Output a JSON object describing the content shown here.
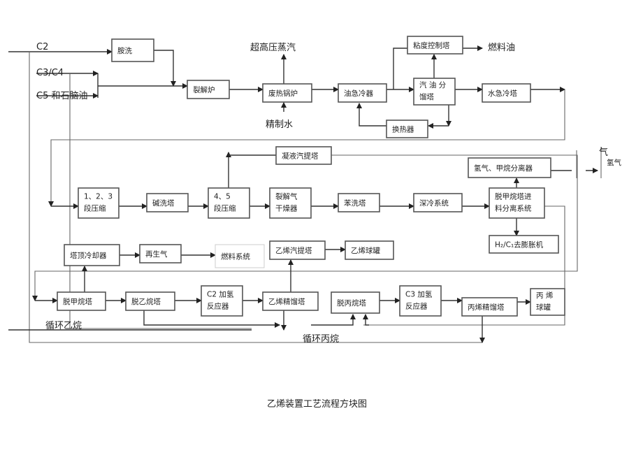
{
  "title": "乙烯装置工艺流程方块图",
  "feeds": {
    "c2": "C2",
    "c3c4": "C3/C4",
    "c5": "C5 和石脑油"
  },
  "labels": {
    "steam": "超高压蒸汽",
    "water": "精制水",
    "fuel_oil": "燃料油",
    "gas": "气",
    "hydrogen": "氢气",
    "recycle_ethane": "循环乙烷",
    "recycle_propane": "循环丙烷"
  },
  "boxes": {
    "amine": [
      "胺洗"
    ],
    "cracker": [
      "裂解炉"
    ],
    "boiler": [
      "废热锅炉"
    ],
    "oil_quench": [
      "油急冷器"
    ],
    "visc": [
      "粘度控制塔"
    ],
    "gasoline": [
      "汽 油 分",
      "馏塔"
    ],
    "water_quench": [
      "水急冷塔"
    ],
    "exchanger": [
      "换热器"
    ],
    "condensate": [
      "凝液汽提塔"
    ],
    "h2_sep": [
      "氢气、甲烷分离器"
    ],
    "comp123": [
      "1、2、3",
      "段压缩"
    ],
    "caustic": [
      "碱洗塔"
    ],
    "comp45": [
      "4、5",
      "段压缩"
    ],
    "dryer": [
      "裂解气",
      "干燥器"
    ],
    "benzene": [
      "苯洗塔"
    ],
    "cryo": [
      "深冷系统"
    ],
    "demeth_feed": [
      "脱甲烷塔进",
      "料分离系统"
    ],
    "expander": [
      "H₂/C₁去膨胀机"
    ],
    "overhead": [
      "塔顶冷却器"
    ],
    "regen": [
      "再生气"
    ],
    "fuel_sys": [
      "燃料系统"
    ],
    "eth_strip": [
      "乙烯汽提塔"
    ],
    "eth_tank": [
      "乙烯球罐"
    ],
    "demeth": [
      "脱甲烷塔"
    ],
    "deeth": [
      "脱乙烷塔"
    ],
    "c2_hydro": [
      "C2  加氢",
      "反应器"
    ],
    "eth_frac": [
      "乙烯精馏塔"
    ],
    "deprop": [
      "脱丙烷塔"
    ],
    "c3_hydro": [
      "C3 加氢",
      "反应器"
    ],
    "prop_frac": [
      "丙烯精馏塔"
    ],
    "prop_tank": [
      "丙   烯",
      "球罐"
    ]
  }
}
